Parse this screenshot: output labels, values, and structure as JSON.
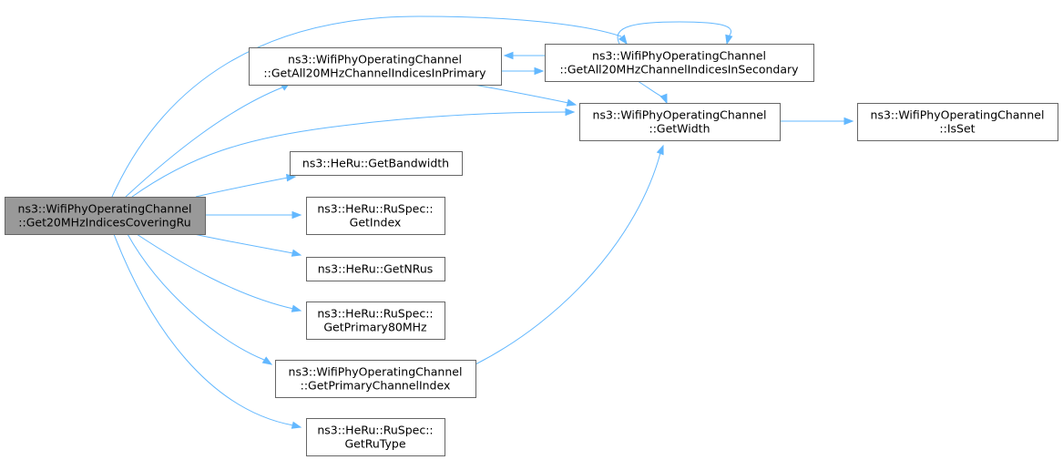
{
  "graph": {
    "nodes": [
      {
        "id": "root",
        "lines": [
          "ns3::WifiPhyOperatingChannel",
          "::Get20MHzIndicesCoveringRu"
        ],
        "highlighted": true
      },
      {
        "id": "primary",
        "lines": [
          "ns3::WifiPhyOperatingChannel",
          "::GetAll20MHzChannelIndicesInPrimary"
        ]
      },
      {
        "id": "secondary",
        "lines": [
          "ns3::WifiPhyOperatingChannel",
          "::GetAll20MHzChannelIndicesInSecondary"
        ]
      },
      {
        "id": "getwidth",
        "lines": [
          "ns3::WifiPhyOperatingChannel",
          "::GetWidth"
        ]
      },
      {
        "id": "isset",
        "lines": [
          "ns3::WifiPhyOperatingChannel",
          "::IsSet"
        ]
      },
      {
        "id": "bandwidth",
        "lines": [
          "ns3::HeRu::GetBandwidth"
        ]
      },
      {
        "id": "getindex",
        "lines": [
          "ns3::HeRu::RuSpec::",
          "GetIndex"
        ]
      },
      {
        "id": "getnrus",
        "lines": [
          "ns3::HeRu::GetNRus"
        ]
      },
      {
        "id": "primary80",
        "lines": [
          "ns3::HeRu::RuSpec::",
          "GetPrimary80MHz"
        ]
      },
      {
        "id": "primaryindex",
        "lines": [
          "ns3::WifiPhyOperatingChannel",
          "::GetPrimaryChannelIndex"
        ]
      },
      {
        "id": "rutype",
        "lines": [
          "ns3::HeRu::RuSpec::",
          "GetRuType"
        ]
      }
    ],
    "edges": [
      {
        "from": "root",
        "to": "secondary"
      },
      {
        "from": "root",
        "to": "primary"
      },
      {
        "from": "root",
        "to": "getwidth"
      },
      {
        "from": "root",
        "to": "bandwidth"
      },
      {
        "from": "root",
        "to": "getindex"
      },
      {
        "from": "root",
        "to": "getnrus"
      },
      {
        "from": "root",
        "to": "primary80"
      },
      {
        "from": "root",
        "to": "primaryindex"
      },
      {
        "from": "root",
        "to": "rutype"
      },
      {
        "from": "primary",
        "to": "secondary"
      },
      {
        "from": "primary",
        "to": "getwidth"
      },
      {
        "from": "secondary",
        "to": "primary"
      },
      {
        "from": "secondary",
        "to": "secondary"
      },
      {
        "from": "secondary",
        "to": "getwidth"
      },
      {
        "from": "getwidth",
        "to": "isset"
      },
      {
        "from": "primaryindex",
        "to": "getwidth"
      }
    ],
    "colors": {
      "edge": "#63b8ff",
      "node_border": "#666666",
      "node_fill": "#ffffff",
      "root_fill": "#999999"
    }
  }
}
